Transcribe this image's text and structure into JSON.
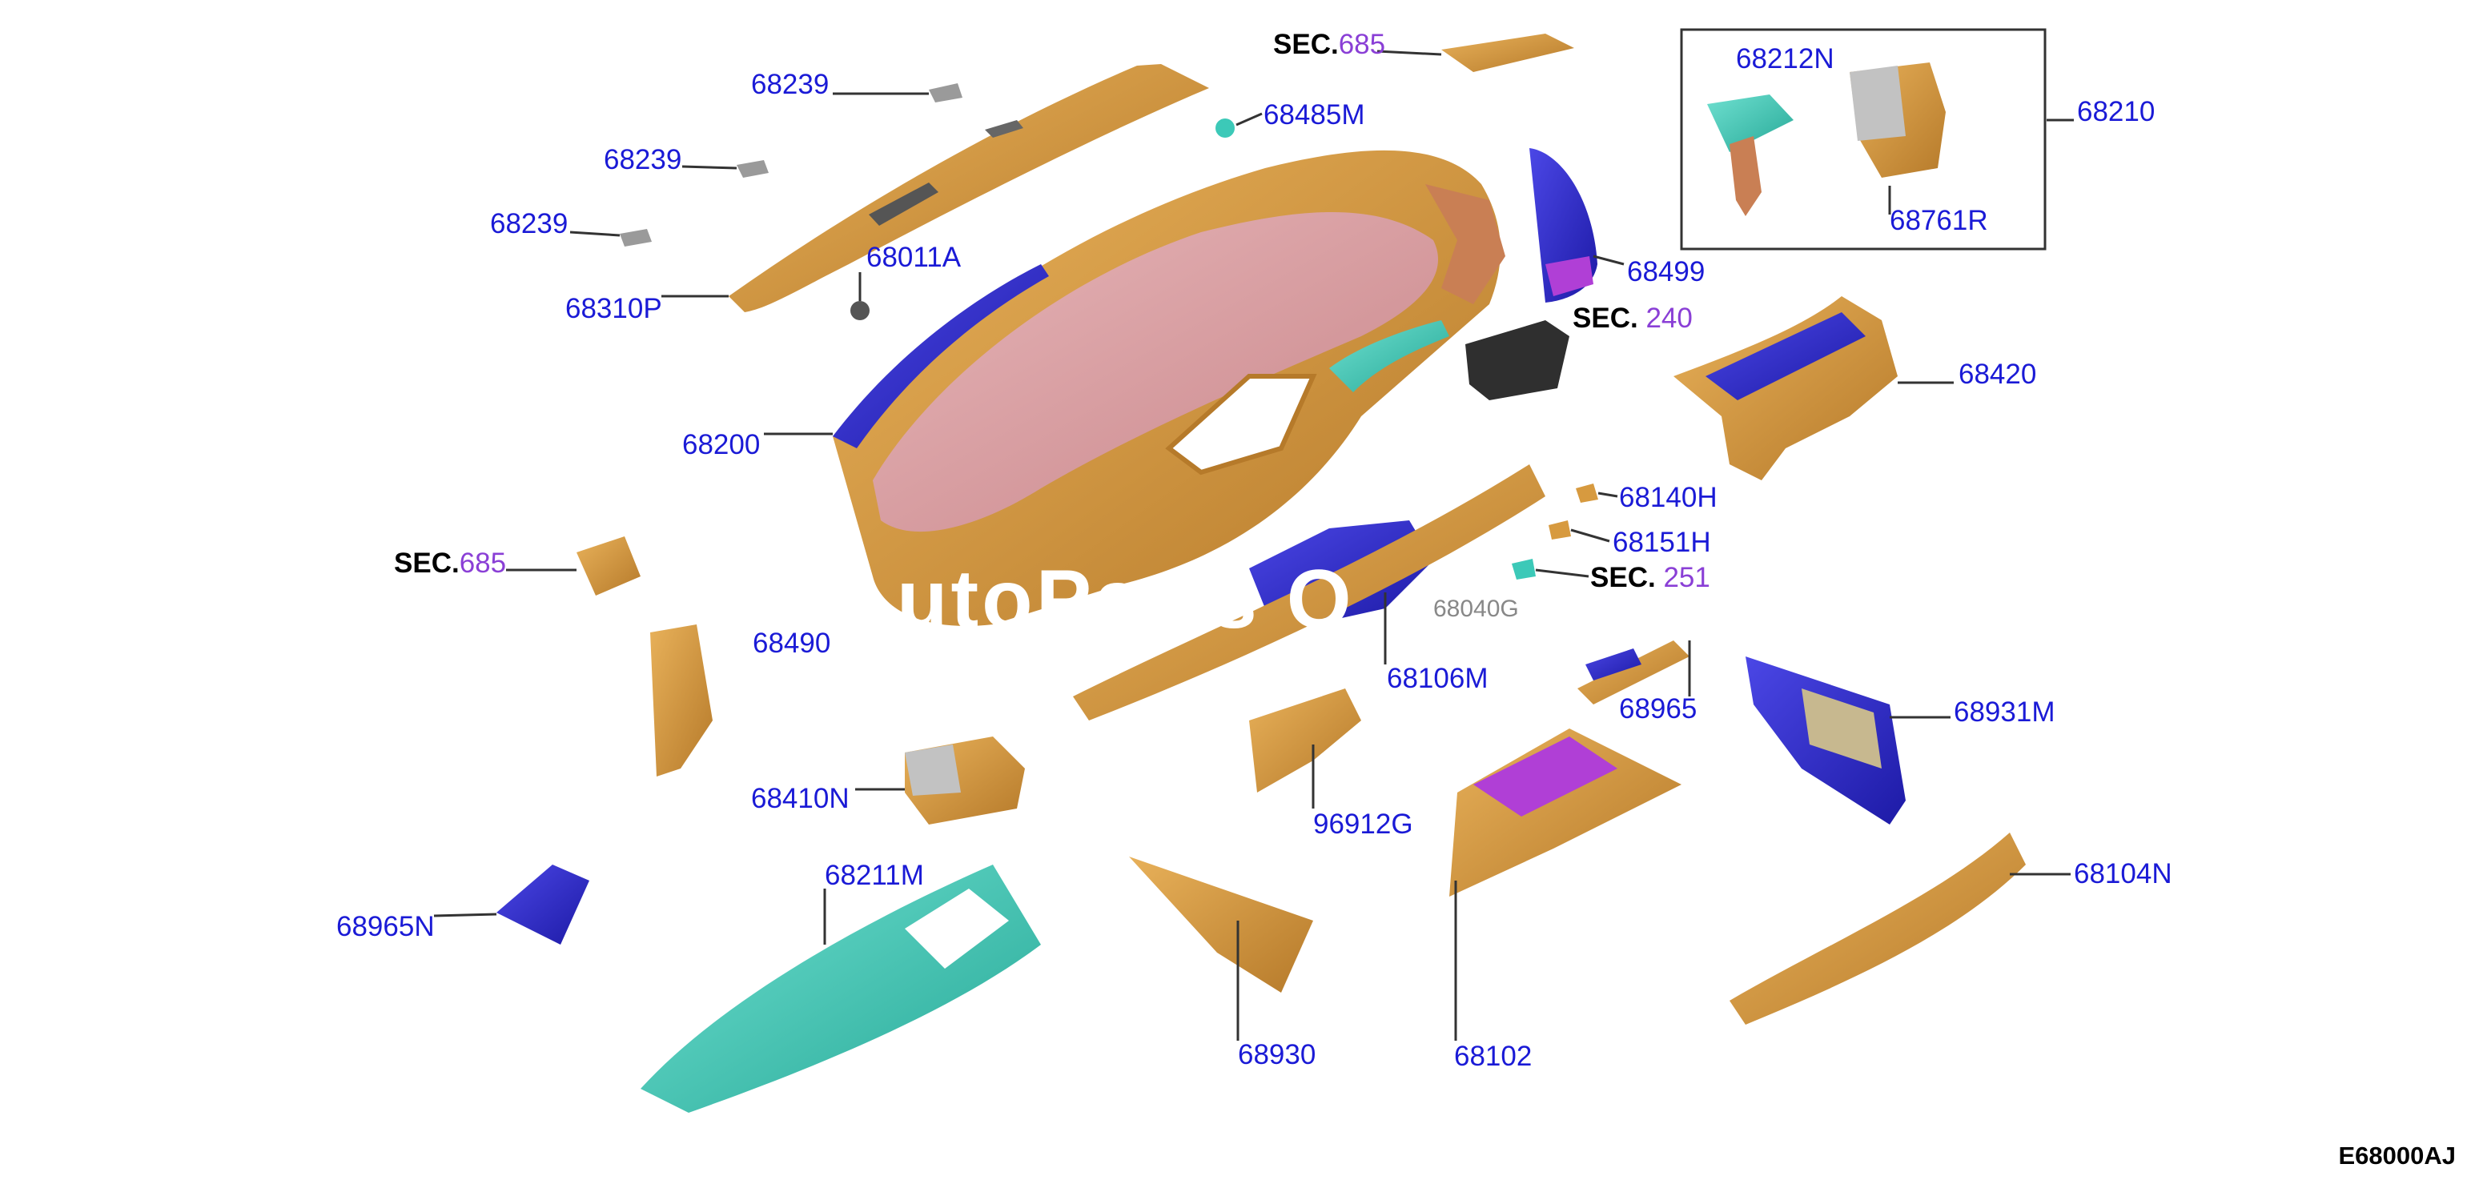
{
  "diagram": {
    "callouts": [
      "68239",
      "68239",
      "68239",
      "68310P",
      "68011A",
      "68200",
      "68485M",
      "68499",
      "68212N",
      "68761R",
      "68210",
      "68420",
      "68140H",
      "68151H",
      "68106M",
      "68965",
      "68931M",
      "68410N",
      "96912G",
      "68211M",
      "68965N",
      "68930",
      "68102",
      "68104N",
      "68490",
      "68040G"
    ],
    "section_refs": [
      {
        "prefix": "SEC.",
        "number": "685"
      },
      {
        "prefix": "SEC.",
        "number": "240"
      },
      {
        "prefix": "SEC.",
        "number": "251"
      },
      {
        "prefix": "SEC.",
        "number": "685"
      }
    ],
    "drawing_code": "E68000AJ",
    "watermark": "utoParts O"
  },
  "colors": {
    "label_blue": "#1a1ad6",
    "sec_purple": "#8a3fd6",
    "part_orange": "#d79a3f",
    "part_blue": "#2e2ad0",
    "part_pink": "#d79aa0",
    "part_teal": "#3cc9b8",
    "part_dark": "#2f2f2f",
    "part_gray": "#c2c2c2"
  }
}
